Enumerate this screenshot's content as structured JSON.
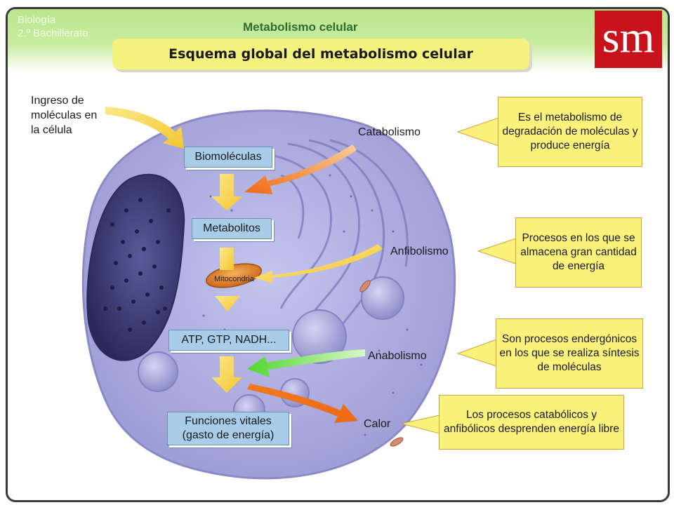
{
  "header": {
    "subject": "Biología",
    "course": "2.º Bachillerato",
    "title": "Metabolismo celular",
    "logo_text": "sm"
  },
  "banner": {
    "title": "Esquema global del metabolismo celular"
  },
  "diagram": {
    "intake_label": [
      "Ingreso de",
      "moléculas en",
      "la célula"
    ],
    "boxes": {
      "biomoleculas": "Biomoléculas",
      "metabolitos": "Metabolitos",
      "atp": "ATP, GTP, NADH...",
      "funciones_line1": "Funciones vitales",
      "funciones_line2": "(gasto de energía)"
    },
    "mitochondria_label": "Mitocondria",
    "process_labels": {
      "catabolismo": "Catabolismo",
      "anfibolismo": "Anfibolismo",
      "anabolismo": "Anabolismo",
      "calor": "Calor"
    },
    "notes": {
      "catabolismo": "Es el metabolismo de degradación de moléculas y produce energía",
      "anfibolismo": "Procesos en los que se almacena gran cantidad de energía",
      "anabolismo": "Son procesos endergónicos en los que se realiza síntesis de moléculas",
      "calor": "Los procesos catabólicos y anfibólicos desprenden energía libre"
    }
  },
  "colors": {
    "header_green": "#b9e58f",
    "logo_red": "#c8131c",
    "banner_yellow": "#f6f27f",
    "note_yellow": "#fbf27c",
    "box_blue": "#a9cde9",
    "cell_purple": "#a9a9dc",
    "arrow_orange": "#f07a1e",
    "arrow_green": "#6fe04a",
    "arrow_yellow": "#f7d24a"
  }
}
